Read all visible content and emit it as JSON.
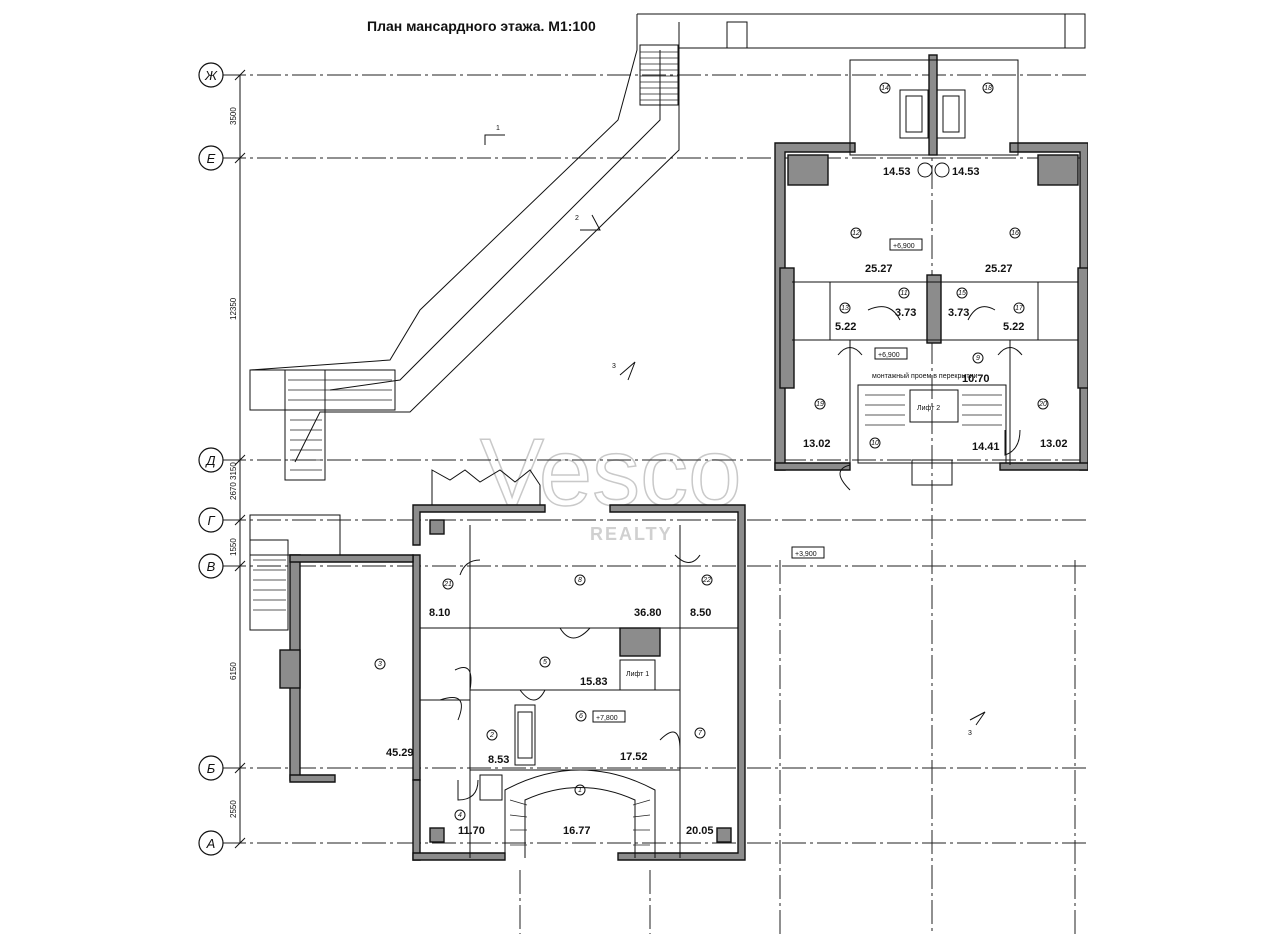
{
  "title": "План мансардного этажа. М1:100",
  "axes": [
    "Ж",
    "Е",
    "Д",
    "Г",
    "В",
    "Б",
    "А"
  ],
  "dimensions": [
    "3500",
    "12350",
    "3150",
    "2670",
    "1550",
    "6150",
    "2550"
  ],
  "section_marks": [
    "1",
    "2",
    "3",
    "3"
  ],
  "levels": [
    "+6,900",
    "+6,900",
    "+3,900",
    "+7,800"
  ],
  "elevators": [
    "Лифт 2",
    "Лифт 1"
  ],
  "note": "монтажный проем в перекрытии",
  "watermark": {
    "main": "Vesco",
    "sub": "REALTY"
  },
  "right_block_areas": [
    "14.53",
    "14.53",
    "25.27",
    "25.27",
    "5.22",
    "3.73",
    "3.73",
    "5.22",
    "10.70",
    "13.02",
    "14.41",
    "13.02"
  ],
  "left_block_areas": [
    "8.10",
    "36.80",
    "8.50",
    "15.83",
    "45.29",
    "8.53",
    "17.52",
    "11.70",
    "16.77",
    "20.05"
  ],
  "room_numbers": [
    "14",
    "18",
    "12",
    "16",
    "13",
    "11",
    "15",
    "17",
    "9",
    "19",
    "10",
    "20",
    "21",
    "8",
    "22",
    "3",
    "5",
    "6",
    "2",
    "4",
    "7",
    "1"
  ]
}
